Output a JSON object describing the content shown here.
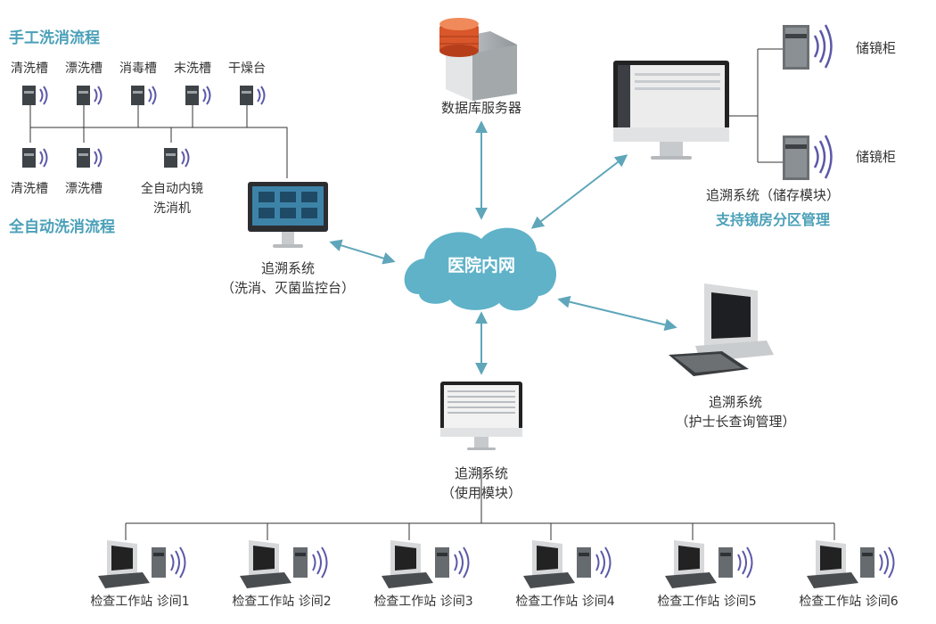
{
  "manual": {
    "title": "手工洗消流程",
    "stations": [
      "清洗槽",
      "漂洗槽",
      "消毒槽",
      "末洗槽",
      "干燥台"
    ],
    "lower": [
      "清洗槽",
      "漂洗槽"
    ]
  },
  "auto": {
    "title": "全自动洗消流程",
    "machine_line1": "全自动内镜",
    "machine_line2": "洗消机"
  },
  "monitor": {
    "line1": "追溯系统",
    "line2": "（洗消、灭菌监控台）"
  },
  "db": {
    "label": "数据库服务器"
  },
  "cloud": {
    "label": "医院内网"
  },
  "storage": {
    "line1": "追溯系统（储存模块）",
    "line2": "支持镜房分区管理",
    "cabinets": [
      "储镜柜",
      "储镜柜"
    ]
  },
  "nurse": {
    "line1": "追溯系统",
    "line2": "（护士长查询管理）"
  },
  "usage": {
    "line1": "追溯系统",
    "line2": "（使用模块）"
  },
  "workstations": [
    "检查工作站 诊间1",
    "检查工作站 诊间2",
    "检查工作站 诊间3",
    "检查工作站 诊间4",
    "检查工作站 诊间5",
    "检查工作站 诊间6"
  ],
  "colors": {
    "accent": "#4aa0b8",
    "cloud": "#5fb2c8",
    "line": "#333333"
  }
}
